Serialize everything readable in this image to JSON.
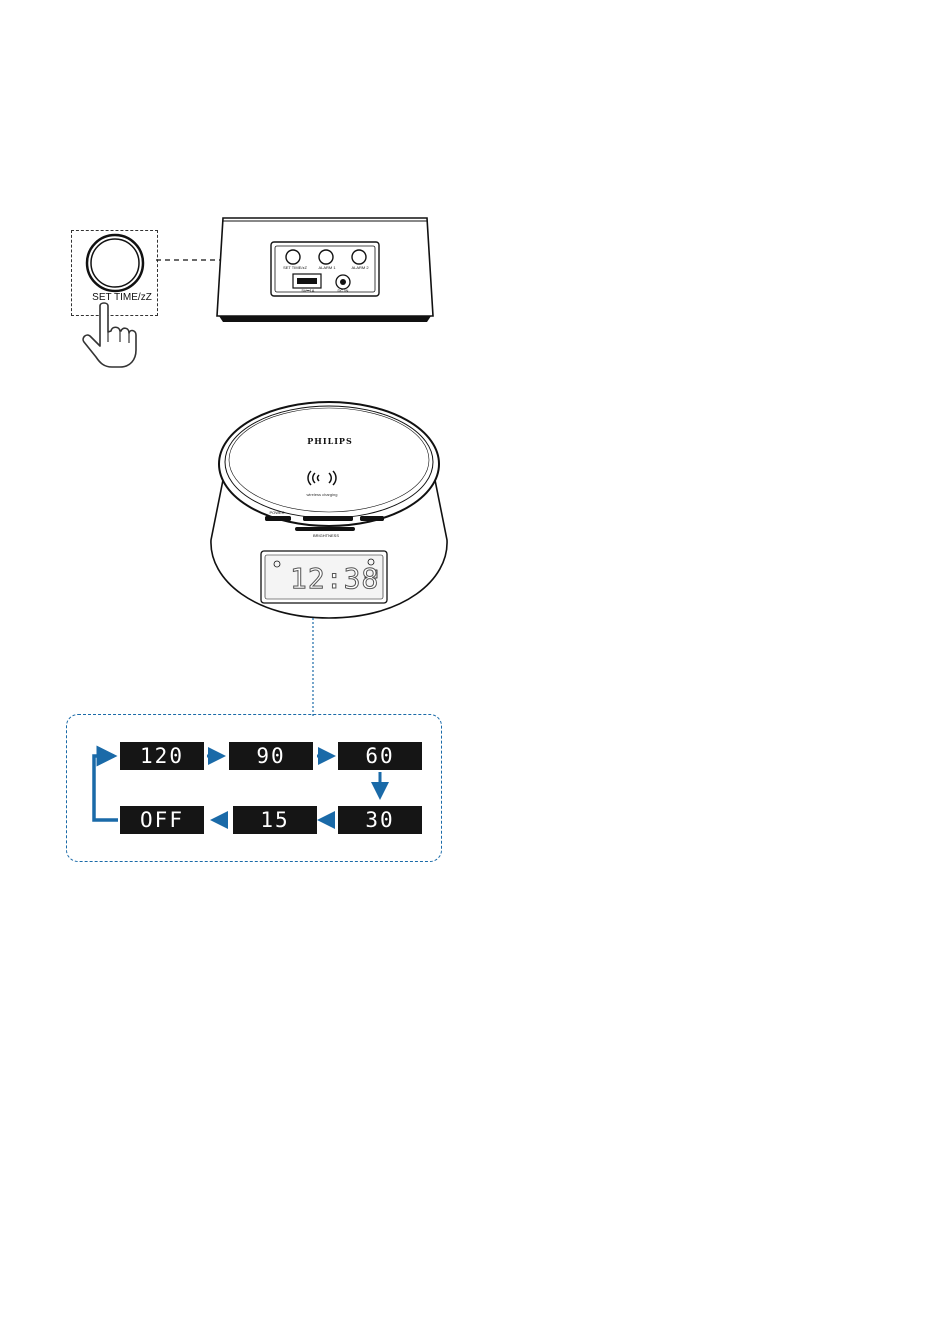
{
  "zoom_button": {
    "label": "SET TIME/zZ",
    "icon": "pointing-hand-icon"
  },
  "rear_panel": {
    "buttons": [
      "SET TIME/zZ",
      "ALARM 1",
      "ALARM 2"
    ],
    "usb_label": "5V⎓1A",
    "dc_label": "DC IN"
  },
  "top_unit": {
    "brand": "PHILIPS",
    "charging_label": "wireless charging",
    "power_label": "POWER",
    "volume_label": "BRIGHTNESS",
    "clock_time": "12:38"
  },
  "sleep_cycle": {
    "steps": [
      "120",
      "90",
      "60",
      "30",
      "15",
      "OFF"
    ],
    "colors": {
      "arrow": "#1a6aa8",
      "frame": "#1a6aa8",
      "display": "#151515"
    }
  }
}
